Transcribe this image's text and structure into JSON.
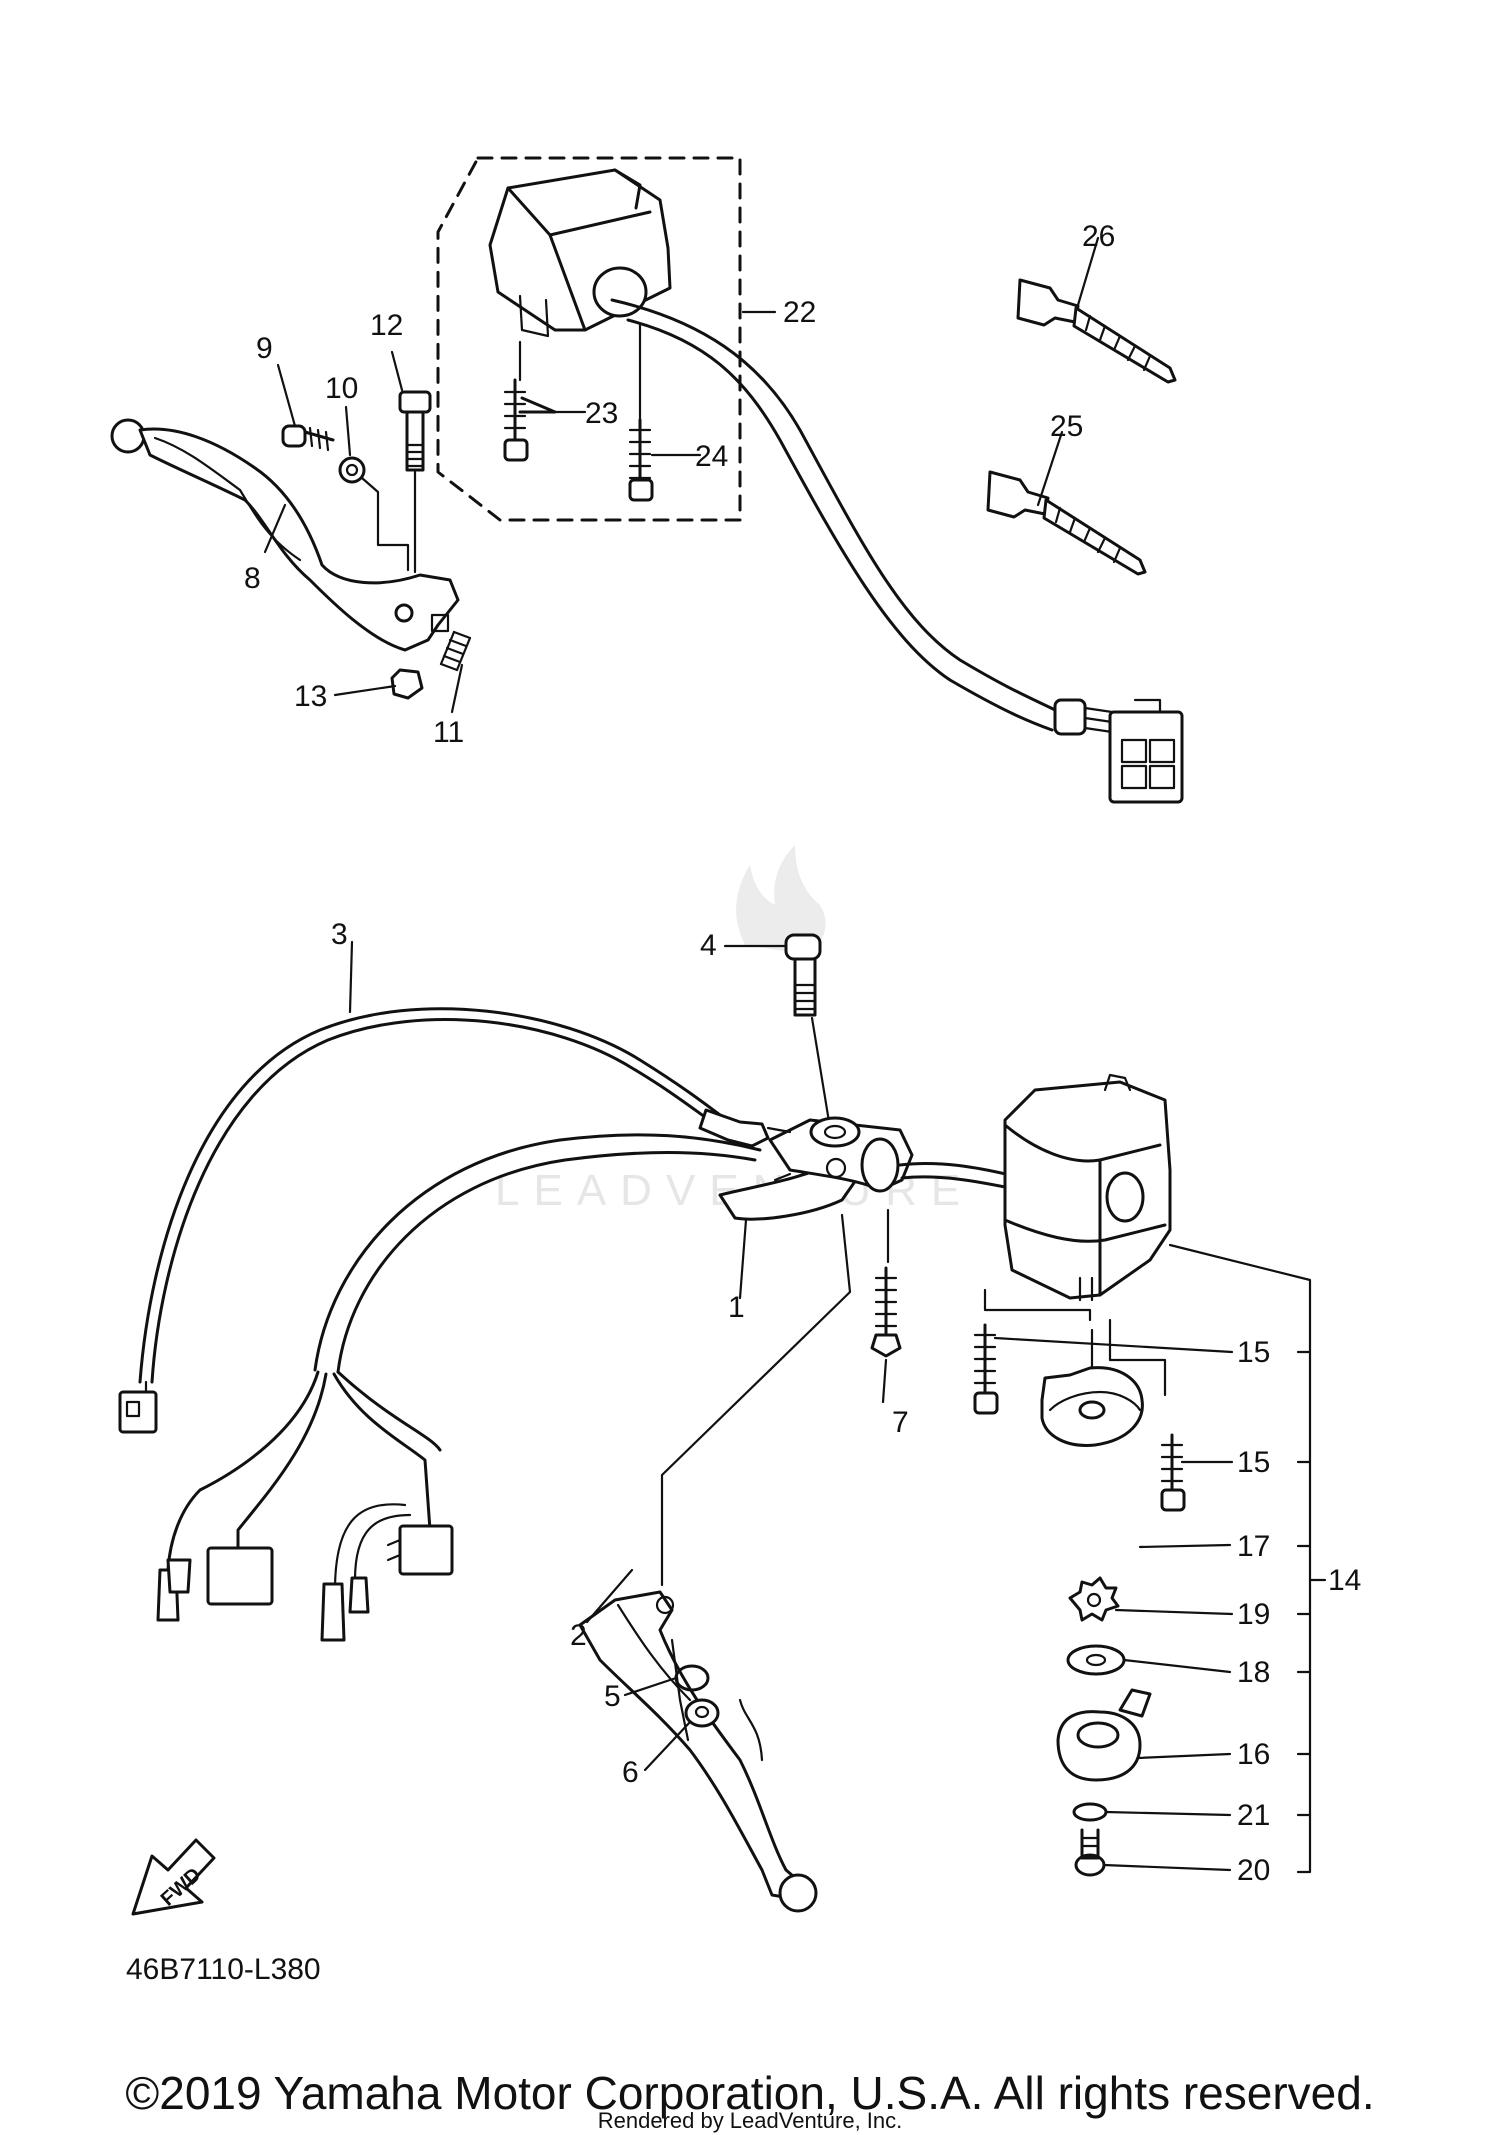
{
  "callouts": {
    "c1": "1",
    "c2": "2",
    "c3": "3",
    "c4": "4",
    "c5": "5",
    "c6": "6",
    "c7": "7",
    "c8": "8",
    "c9": "9",
    "c10": "10",
    "c11": "11",
    "c12": "12",
    "c13": "13",
    "c14": "14",
    "c15a": "15",
    "c15b": "15",
    "c16": "16",
    "c17": "17",
    "c18": "18",
    "c19": "19",
    "c20": "20",
    "c21": "21",
    "c22": "22",
    "c23": "23",
    "c24": "24",
    "c25": "25",
    "c26": "26"
  },
  "fwd_label": "FWD",
  "diagram_code": "46B7110-L380",
  "watermark": "LEADVENTURE",
  "copyright": "©2019 Yamaha Motor Corporation, U.S.A. All rights reserved.",
  "rendered_by": "Rendered by LeadVenture, Inc."
}
